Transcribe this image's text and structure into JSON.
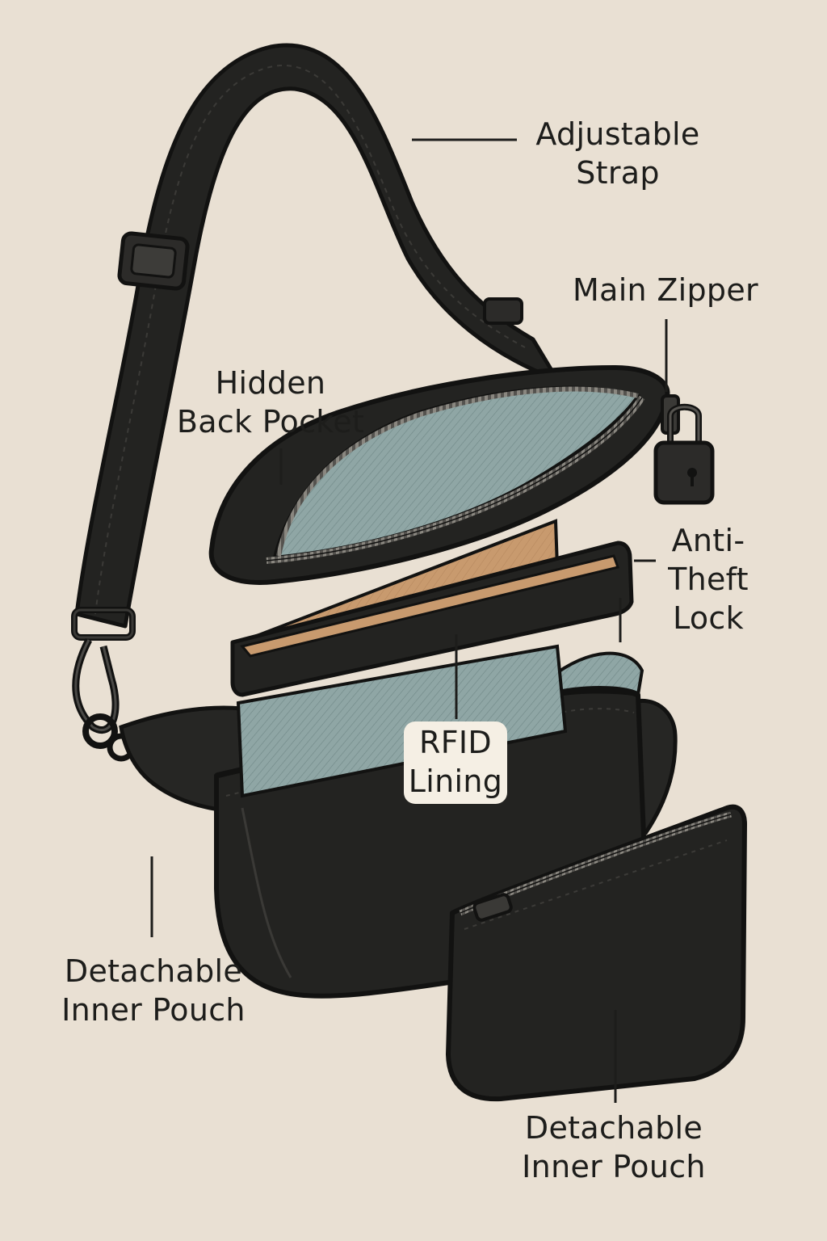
{
  "colors": {
    "background": "#e9e0d3",
    "bag_body": "#232321",
    "outline": "#121211",
    "lining": "#8fa6a5",
    "card": "#c89a6e",
    "leader_line": "#1d1d1b"
  },
  "labels": {
    "adjustable_strap": "Adjustable\nStrap",
    "main_zipper": "Main Zipper",
    "hidden_back_pocket": "Hidden\nBack Pocket",
    "anti_theft_lock": "Anti-\nTheft\nLock",
    "rfid_lining": "RFID\nLining",
    "detachable_inner_pouch_left": "Detachable\nInner Pouch",
    "detachable_inner_pouch_right": "Detachable\nInner Pouch"
  }
}
